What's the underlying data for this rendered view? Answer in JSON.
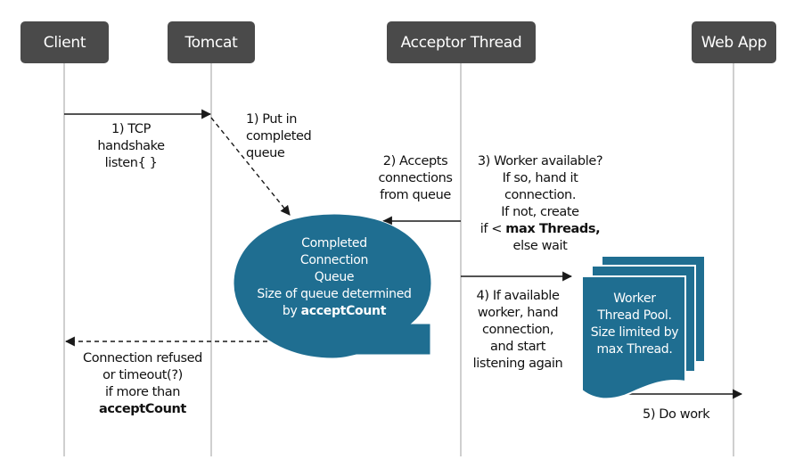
{
  "actors": {
    "client": "Client",
    "tomcat": "Tomcat",
    "acceptor": "Acceptor Thread",
    "webapp": "Web App"
  },
  "steps": {
    "tcp": [
      "1) TCP",
      "handshake",
      "listen{ }"
    ],
    "put": [
      "1) Put in",
      "completed",
      "queue"
    ],
    "accepts": [
      "2) Accepts",
      "connections",
      "from queue"
    ],
    "worker_available": {
      "line1": "3) Worker available?",
      "line2": "If so, hand it",
      "line3": "connection.",
      "line4": "If not, create",
      "line5_prefix": "if <",
      "line5_bold": "max Threads,",
      "line6": "else wait"
    },
    "if_available": [
      "4) If available",
      "worker, hand",
      "connection,",
      "and start",
      "listening again"
    ],
    "do_work": "5) Do work",
    "refused": {
      "line1": "Connection refused",
      "line2": "or timeout(?)",
      "line3": "if more than",
      "line4_bold": "acceptCount"
    }
  },
  "queue_shape": {
    "line1": "Completed",
    "line2": "Connection",
    "line3": "Queue",
    "line4": "Size of queue determined",
    "line5_prefix": "by",
    "line5_bold": "acceptCount"
  },
  "worker_pool": [
    "Worker",
    "Thread Pool.",
    "Size limited by",
    "max Thread."
  ],
  "colors": {
    "actor_box": "#4a4a4a",
    "shape_fill": "#1f6e91",
    "lifeline": "#b5b5b5",
    "arrow": "#1a1a1a"
  }
}
